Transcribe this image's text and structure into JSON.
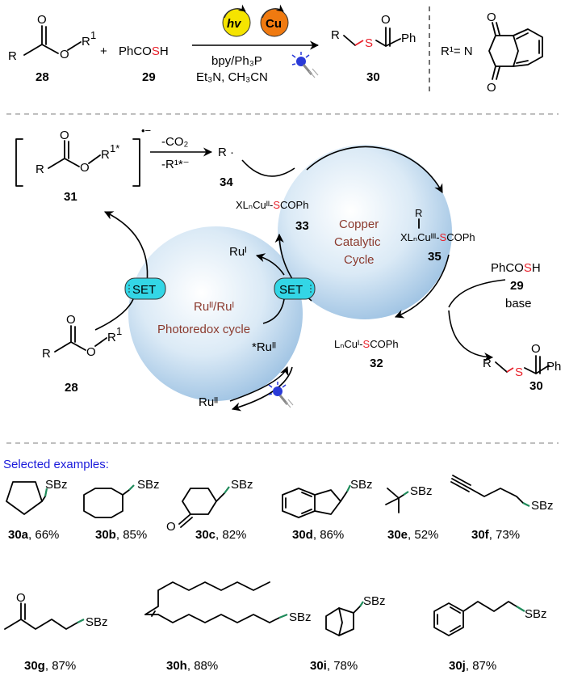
{
  "top_scheme": {
    "reactant1_R": "R",
    "reactant1_O": "O",
    "reactant1_sub": "R",
    "reactant1_sup": "1",
    "reactant1_num": "28",
    "plus": "+",
    "reactant2_pre": "PhCO",
    "reactant2_S": "S",
    "reactant2_post": "H",
    "reactant2_num": "29",
    "hv_label": "hv",
    "cu_label": "Cu",
    "cond1": "bpy/Ph₃P",
    "cond2": "Et₃N, CH₃CN",
    "product_R": "R",
    "product_S": "S",
    "product_O": "O",
    "product_Ph": "Ph",
    "product_num": "30",
    "r1_def": "R¹= N",
    "r1_O_top": "O",
    "r1_O_bot": "O"
  },
  "mechanism": {
    "radical_anion_sign": "•−",
    "c31_R": "R",
    "c31_O": "O",
    "c31_O2": "O",
    "c31_R1": "R",
    "c31_sup": "1*",
    "c31_num": "31",
    "step_top": "-CO₂",
    "step_bottom": "-R¹*⁻",
    "radical": "R ·",
    "radical_num": "34",
    "cu33_pre": "XLₙCuᴵᴵ-",
    "cu33_S": "S",
    "cu33_post": "COPh",
    "cu33_num": "33",
    "copper_cycle_1": "Copper",
    "copper_cycle_2": "Catalytic",
    "copper_cycle_3": "Cycle",
    "cu35_R": "R",
    "cu35_pre": "XLₙCuᴵᴵᴵ-",
    "cu35_S": "S",
    "cu35_post": "COPh",
    "cu35_num": "35",
    "thioacid_pre": "PhCO",
    "thioacid_S": "S",
    "thioacid_post": "H",
    "thioacid_num": "29",
    "base": "base",
    "cu32_pre": "LₙCuᴵ-",
    "cu32_S": "S",
    "cu32_post": "COPh",
    "cu32_num": "32",
    "ru1": "Ruᴵ",
    "set_left": "SET",
    "set_right": "SET",
    "photo_1": "Ruᴵᴵ/Ruᴵ",
    "photo_2": "Photoredox  cycle",
    "ru_star": "*Ruᴵᴵ",
    "ru2": "Ruᴵᴵ",
    "c28_R": "R",
    "c28_O": "O",
    "c28_O2": "O",
    "c28_R1": "R",
    "c28_sup": "1",
    "c28_num": "28",
    "p30_R": "R",
    "p30_S": "S",
    "p30_O": "O",
    "p30_Ph": "Ph",
    "p30_num": "30"
  },
  "examples": {
    "heading": "Selected examples:",
    "sbz": "SBz",
    "ketone_O": "O",
    "items": [
      {
        "id": "30a",
        "yield": ", 66%"
      },
      {
        "id": "30b",
        "yield": ", 85%"
      },
      {
        "id": "30c",
        "yield": ", 82%"
      },
      {
        "id": "30d",
        "yield": ", 86%"
      },
      {
        "id": "30e",
        "yield": ", 52%"
      },
      {
        "id": "30f",
        "yield": ", 73%"
      },
      {
        "id": "30g",
        "yield": ", 87%"
      },
      {
        "id": "30h",
        "yield": ", 88%"
      },
      {
        "id": "30i",
        "yield": ", 78%"
      },
      {
        "id": "30j",
        "yield": ", 87%"
      }
    ]
  },
  "colors": {
    "sulfur": "#e8202a",
    "bond_highlight": "#1e8a5a",
    "hv_badge": "#f5e400",
    "cu_badge": "#f07a10",
    "set_badge": "#33d6e6",
    "cycle_label": "#8b3a2e",
    "heading": "#1a1adb"
  }
}
